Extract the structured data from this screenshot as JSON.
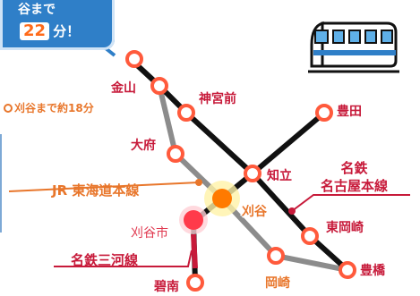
{
  "callout": {
    "line1": "谷まで",
    "minutes": "22",
    "unit": "分！"
  },
  "note": "刈谷まで約18分",
  "line_labels": {
    "jr": "JR 東海道本線",
    "meitetsu_mikawa": "名鉄三河線",
    "meitetsu_nagoya_1": "名鉄",
    "meitetsu_nagoya_2": "名古屋本線"
  },
  "stations": {
    "kanayama": "金山",
    "jingumae": "神宮前",
    "toyota": "豊田",
    "obu": "大府",
    "chiryu": "知立",
    "kariya": "刈谷",
    "kariyashi": "刈谷市",
    "higashiokazaki": "東岡崎",
    "okazaki": "岡崎",
    "toyohashi": "豊橋",
    "hekinan": "碧南"
  },
  "colors": {
    "meitetsu_line": "#111111",
    "jr_line": "#8c8c8c",
    "mikawa_line": "#c71a3a",
    "station_ring": "#ff5a3c",
    "highlight": "#ff7a00",
    "callout_bg": "#2f7fc8"
  },
  "icons": [
    "train-icon",
    "clock-icon"
  ]
}
